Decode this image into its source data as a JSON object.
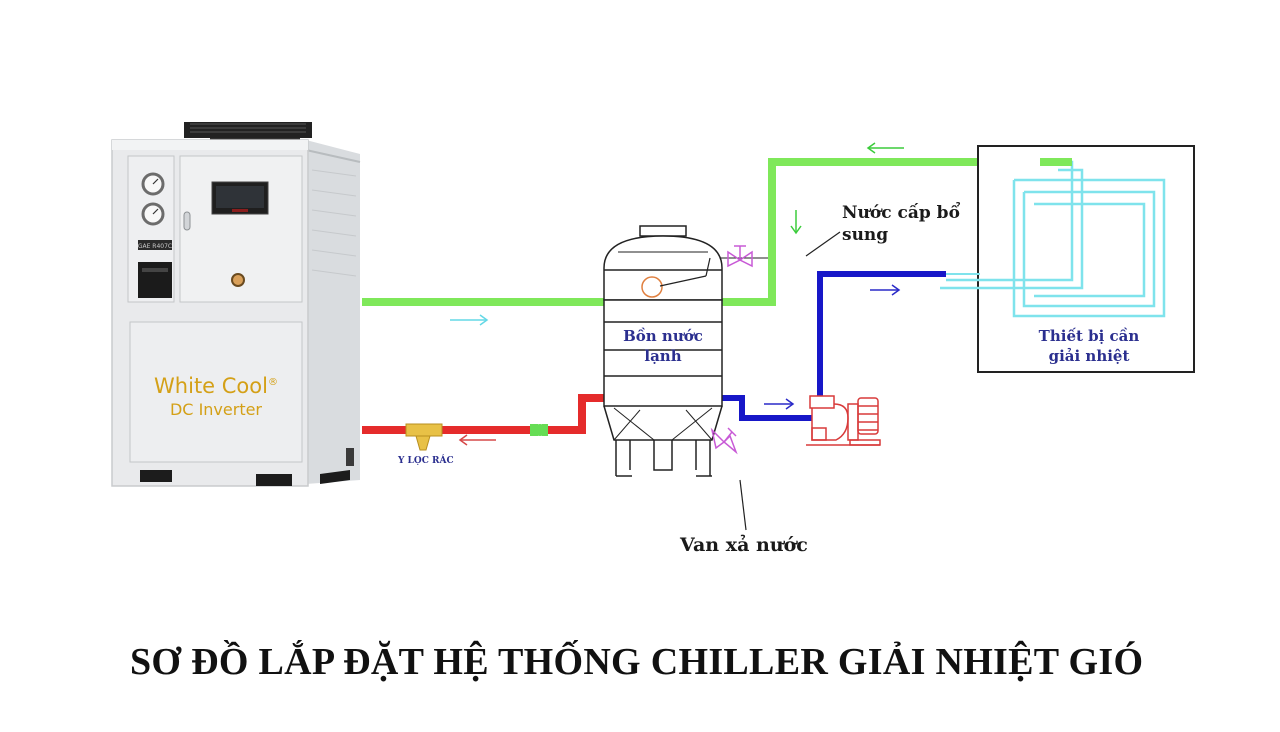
{
  "title": "SƠ ĐỒ LẮP ĐẶT HỆ THỐNG CHILLER  GIẢI NHIỆT GIÓ",
  "chiller": {
    "brand_line1": "White Cool",
    "brand_mark": "®",
    "brand_line2": "DC Inverter",
    "model_plate": "GAE R407C"
  },
  "labels": {
    "makeup_water": "Nước cấp bổ sung",
    "tank_line1": "Bồn nước",
    "tank_line2": "lạnh",
    "device_line1": "Thiết bị cần",
    "device_line2": "giải nhiệt",
    "strainer": "Y LỌC RÁC",
    "drain_valve": "Van xả nước"
  },
  "colors": {
    "supply_pipe": "#7fe85a",
    "return_pipe": "#e52b2b",
    "pump_pipe": "#1717c8",
    "coil": "#7fe3ec",
    "valve": "#c85ad6",
    "arrow_cyan": "#64d8e6",
    "arrow_green": "#3ccc3c",
    "arrow_red": "#d64848",
    "arrow_blue": "#2a2ac8",
    "strainer": "#e8c146",
    "pump": "#d83a3a"
  }
}
